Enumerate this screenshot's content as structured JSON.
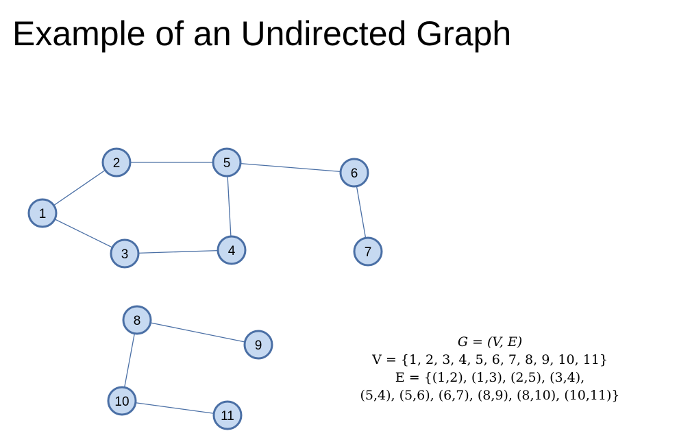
{
  "slide": {
    "title": "Example of an Undirected Graph"
  },
  "graph": {
    "node_fill": "#c6d9f1",
    "node_stroke": "#4a6fa5",
    "edge_color": "#4a6fa5",
    "nodes": [
      "1",
      "2",
      "3",
      "4",
      "5",
      "6",
      "7",
      "8",
      "9",
      "10",
      "11"
    ],
    "edges": [
      [
        "1",
        "2"
      ],
      [
        "1",
        "3"
      ],
      [
        "2",
        "5"
      ],
      [
        "3",
        "4"
      ],
      [
        "5",
        "4"
      ],
      [
        "5",
        "6"
      ],
      [
        "6",
        "7"
      ],
      [
        "8",
        "9"
      ],
      [
        "8",
        "10"
      ],
      [
        "10",
        "11"
      ]
    ]
  },
  "definition": {
    "g_line": "G = (V, E)",
    "v_line": "V = {1, 2, 3, 4, 5, 6, 7, 8, 9, 10, 11}",
    "e_line1": "E = {(1,2), (1,3), (2,5), (3,4),",
    "e_line2": "(5,4), (5,6), (6,7), (8,9), (8,10), (10,11)}"
  }
}
